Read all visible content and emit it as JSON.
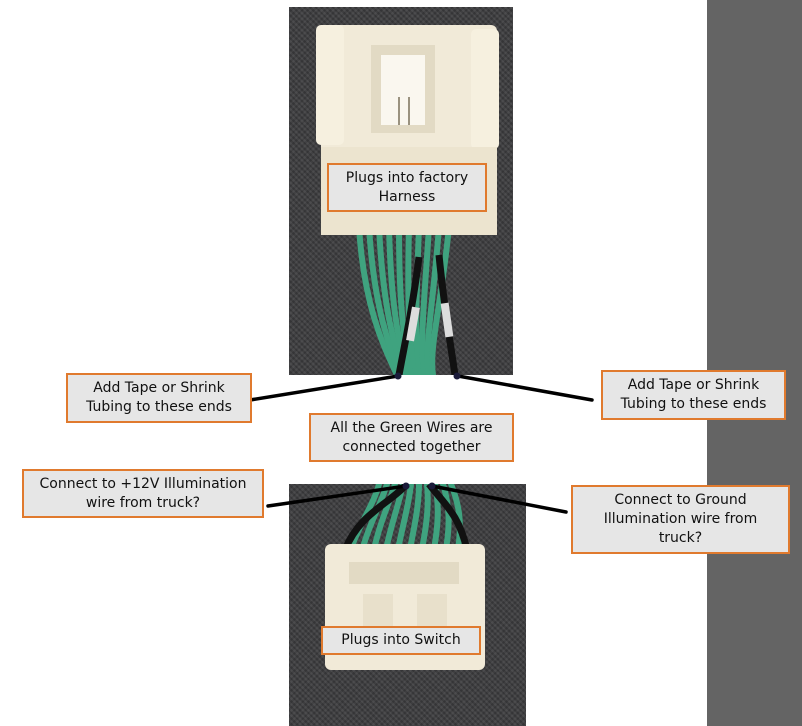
{
  "callouts": {
    "factory_harness": "Plugs into factory\nHarness",
    "tape_left": "Add Tape or Shrink\nTubing to these ends",
    "tape_right": "Add Tape or Shrink\nTubing to these ends",
    "green_wires": "All the Green Wires are\nconnected together",
    "illumination_12v": "Connect to +12V Illumination\nwire from truck?",
    "ground_illumination": "Connect to Ground\nIllumination wire from\ntruck?",
    "switch": "Plugs into Switch"
  },
  "colors": {
    "callout_border": "#e07a2e",
    "callout_fill": "#e6e6e6",
    "wire_green": "#3fa37f",
    "connector_white": "#f1ead8",
    "sidebar": "#646464"
  }
}
